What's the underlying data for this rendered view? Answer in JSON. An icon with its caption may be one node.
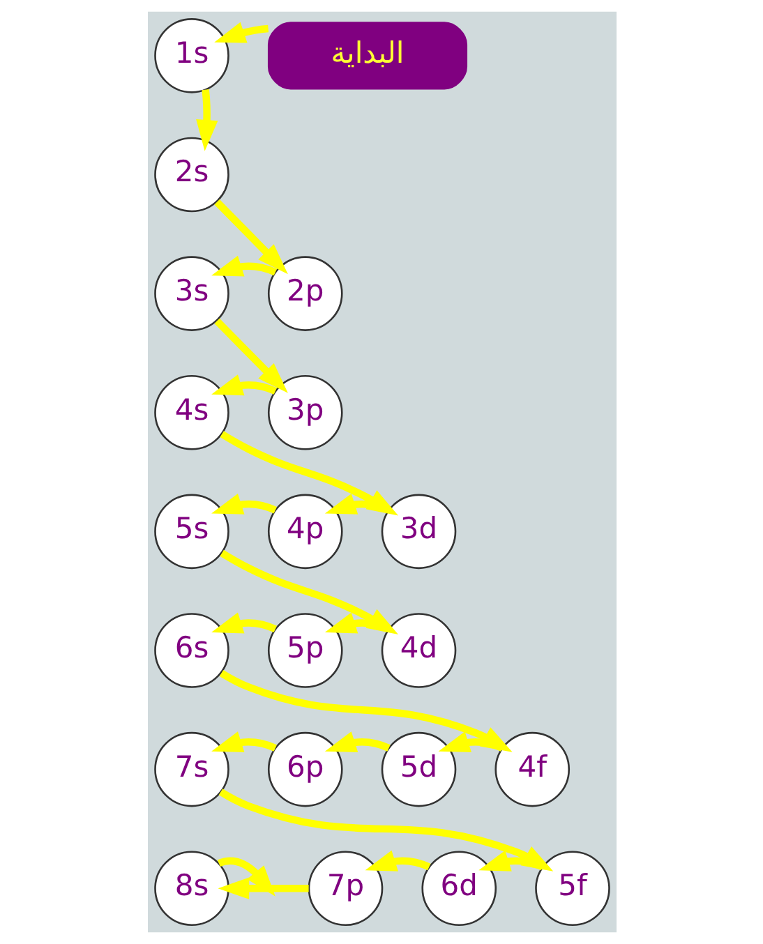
{
  "diagram": {
    "nodes": [
      {
        "text": [
          "1s"
        ]
      },
      {
        "text": [
          "البداية"
        ]
      },
      {
        "text": [
          "2s"
        ]
      },
      {
        "text": [
          "3s"
        ]
      },
      {
        "text": [
          "2p"
        ]
      },
      {
        "text": [
          "4s"
        ]
      },
      {
        "text": [
          "3p"
        ]
      },
      {
        "text": [
          "5s"
        ]
      },
      {
        "text": [
          "4p"
        ]
      },
      {
        "text": [
          "3d"
        ]
      },
      {
        "text": [
          "6s"
        ]
      },
      {
        "text": [
          "5p"
        ]
      },
      {
        "text": [
          "4d"
        ]
      },
      {
        "text": [
          "7s"
        ]
      },
      {
        "text": [
          "6p"
        ]
      },
      {
        "text": [
          "5d"
        ]
      },
      {
        "text": [
          "4f"
        ]
      },
      {
        "text": [
          "8s"
        ]
      },
      {
        "text": [
          "7p"
        ]
      },
      {
        "text": [
          "6d"
        ]
      },
      {
        "text": [
          "5f"
        ]
      }
    ],
    "edges": [
      {
        "from": 1,
        "to": 0,
        "arrow": "to"
      },
      {
        "from": 0,
        "to": 2,
        "arrow": "to"
      },
      {
        "from": 2,
        "to": 4,
        "arrow": "to"
      },
      {
        "from": 4,
        "to": 3,
        "arrow": "to"
      },
      {
        "from": 3,
        "to": 6,
        "arrow": "to"
      },
      {
        "from": 6,
        "to": 5,
        "arrow": "to"
      },
      {
        "from": 5,
        "to": 9,
        "arrow": "to"
      },
      {
        "from": 9,
        "to": 8,
        "arrow": "to"
      },
      {
        "from": 8,
        "to": 7,
        "arrow": "to"
      },
      {
        "from": 7,
        "to": 12,
        "arrow": "to"
      },
      {
        "from": 12,
        "to": 11,
        "arrow": "to"
      },
      {
        "from": 11,
        "to": 10,
        "arrow": "to"
      },
      {
        "from": 10,
        "to": 16,
        "arrow": "to"
      },
      {
        "from": 16,
        "to": 15,
        "arrow": "to"
      },
      {
        "from": 15,
        "to": 14,
        "arrow": "to"
      },
      {
        "from": 14,
        "to": 13,
        "arrow": "to"
      },
      {
        "from": 13,
        "to": 20,
        "arrow": "to"
      },
      {
        "from": 20,
        "to": 19,
        "arrow": "to"
      },
      {
        "from": 19,
        "to": 18,
        "arrow": "to"
      },
      {
        "from": 18,
        "to": 17,
        "arrow": "to"
      },
      {
        "from": 17,
        "to": null,
        "arrow": "to"
      }
    ]
  }
}
